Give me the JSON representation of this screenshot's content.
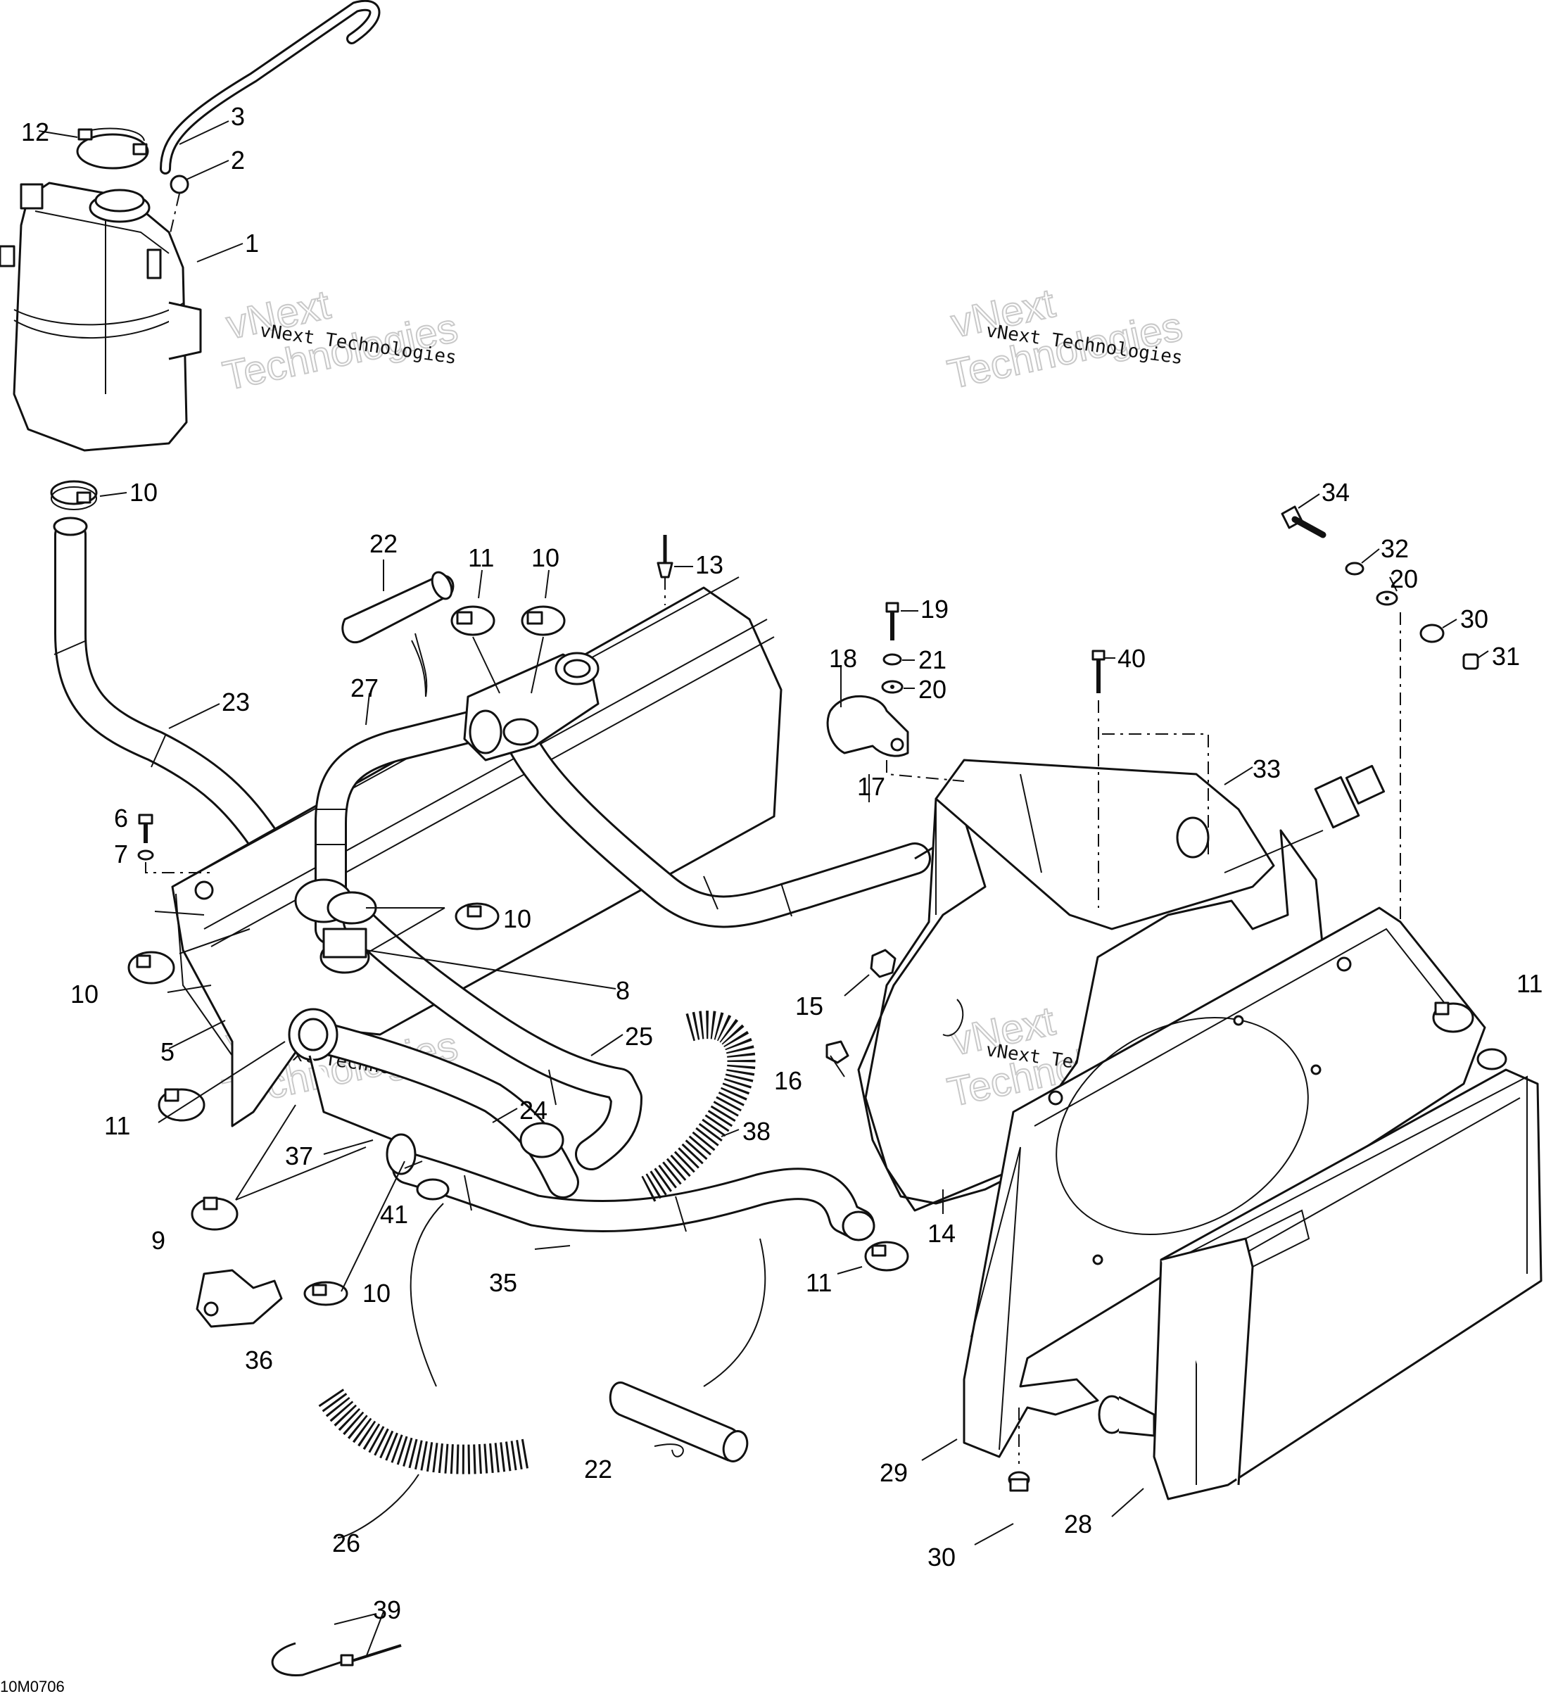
{
  "watermark": {
    "line1": "vNext",
    "line2": "Technologies",
    "small": "vNext Technologies"
  },
  "diagram_code": "10M0706",
  "callouts": [
    "12",
    "3",
    "2",
    "1",
    "10",
    "22",
    "11",
    "10",
    "13",
    "19",
    "18",
    "21",
    "20",
    "40",
    "34",
    "32",
    "20",
    "30",
    "31",
    "27",
    "23",
    "17",
    "33",
    "6",
    "7",
    "10",
    "8",
    "10",
    "15",
    "11",
    "5",
    "16",
    "25",
    "24",
    "11",
    "38",
    "37",
    "41",
    "9",
    "14",
    "35",
    "11",
    "10",
    "36",
    "29",
    "22",
    "28",
    "26",
    "30",
    "39"
  ]
}
